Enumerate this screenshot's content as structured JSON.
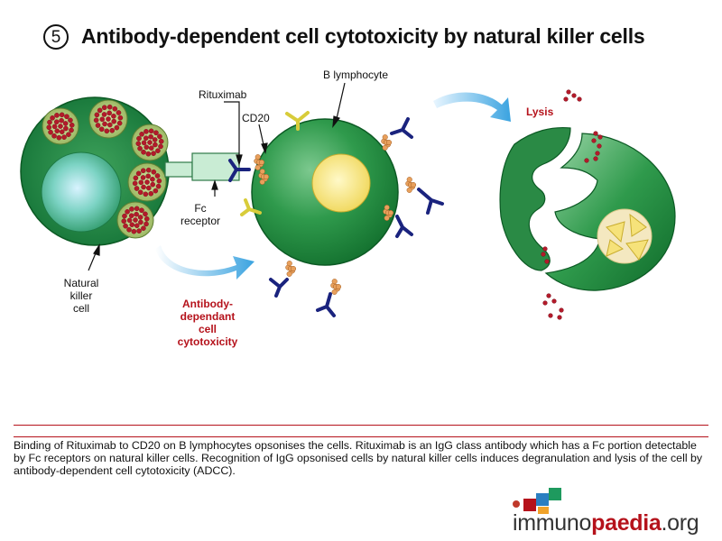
{
  "title": {
    "number": "5",
    "text": "Antibody-dependent cell cytotoxicity by natural killer cells"
  },
  "labels": {
    "b_lymphocyte": "B lymphocyte",
    "rituximab": "Rituximab",
    "cd20": "CD20",
    "fc_receptor": [
      "Fc",
      "receptor"
    ],
    "natural_killer_cell": [
      "Natural",
      "killer",
      "cell"
    ],
    "adcc": [
      "Antibody-",
      "dependant",
      "cell",
      "cytotoxicity"
    ],
    "lysis": "Lysis"
  },
  "caption": "Binding of Rituximab to CD20 on B lymphocytes opsonises the cells. Rituximab is an IgG class antibody which has a Fc portion detectable by Fc receptors on natural killer cells. Recognition of IgG opsonised cells by natural killer cells induces degranulation and lysis of the cell by antibody-dependent cell cytotoxicity (ADCC).",
  "logo": {
    "part1": "immuno",
    "part2": "paedia",
    "part3": ".org"
  },
  "colors": {
    "cell_green": "#1f8a3c",
    "nucleus_yellow": "#f2de6a",
    "antibody_blue": "#1a237e",
    "cd20_orange": "#e8a05c",
    "accent_red": "#b5121b",
    "arrow_blue": "#4fb0e6"
  }
}
